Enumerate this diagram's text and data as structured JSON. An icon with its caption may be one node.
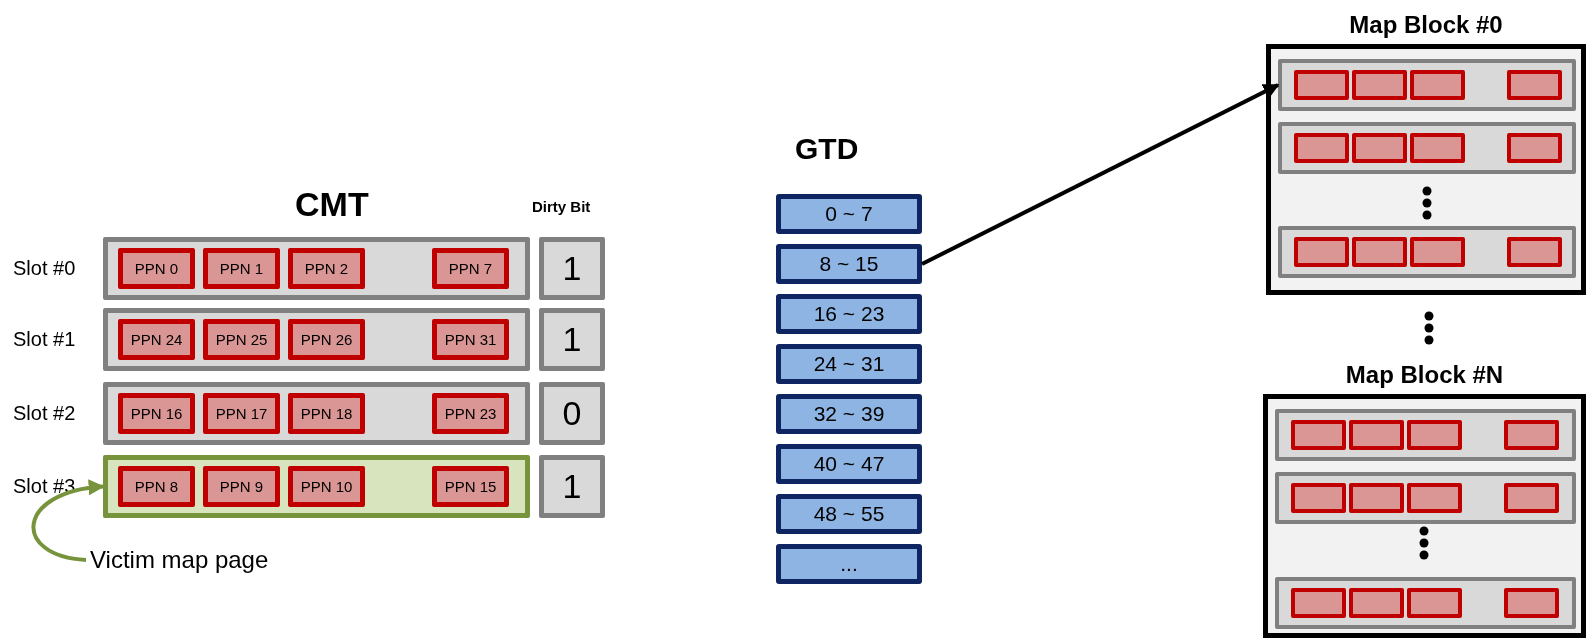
{
  "diagram": {
    "nodes": [
      {
        "text": [],
        "shape": "box",
        "beside": [
          "Slot #0"
        ]
      },
      {
        "text": [
          "PPN 0"
        ],
        "in": 0
      },
      {
        "text": [
          "PPN 1"
        ],
        "in": 0
      },
      {
        "text": [
          "PPN 2"
        ],
        "in": 0
      },
      {
        "text": [
          "PPN 7"
        ],
        "in": 0
      },
      {
        "text": [
          "1"
        ]
      },
      {
        "text": [],
        "shape": "box",
        "beside": [
          "Slot #1"
        ]
      },
      {
        "text": [
          "PPN 24"
        ],
        "in": 6
      },
      {
        "text": [
          "PPN 25"
        ],
        "in": 6
      },
      {
        "text": [
          "PPN 26"
        ],
        "in": 6
      },
      {
        "text": [
          "PPN 31"
        ],
        "in": 6
      },
      {
        "text": [
          "1"
        ]
      },
      {
        "text": [],
        "shape": "box",
        "beside": [
          "Slot #2"
        ]
      },
      {
        "text": [
          "PPN 16"
        ],
        "in": 12
      },
      {
        "text": [
          "PPN 17"
        ],
        "in": 12
      },
      {
        "text": [
          "PPN 18"
        ],
        "in": 12
      },
      {
        "text": [
          "PPN 23"
        ],
        "in": 12
      },
      {
        "text": [
          "0"
        ]
      },
      {
        "text": [],
        "shape": "box",
        "beside": [
          "Slot #3"
        ]
      },
      {
        "text": [
          "PPN 8"
        ],
        "in": 18
      },
      {
        "text": [
          "PPN 9"
        ],
        "in": 18
      },
      {
        "text": [
          "PPN 10"
        ],
        "in": 18
      },
      {
        "text": [
          "PPN 15"
        ],
        "in": 18
      },
      {
        "text": [
          "1"
        ]
      },
      {
        "text": [
          "Victim map page"
        ]
      },
      {
        "text": [
          "0 ~ 7"
        ]
      },
      {
        "text": [
          "8 ~ 15"
        ]
      },
      {
        "text": [
          "16 ~ 23"
        ]
      },
      {
        "text": [
          "24 ~ 31"
        ]
      },
      {
        "text": [
          "32 ~ 39"
        ]
      },
      {
        "text": [
          "40 ~ 47"
        ]
      },
      {
        "text": [
          "48 ~ 55"
        ]
      },
      {
        "text": [
          "..."
        ]
      },
      {
        "text": [
          "Map Block #0"
        ]
      },
      {
        "text": [],
        "shape": "box",
        "in": 33
      },
      {
        "text": [],
        "shape": "box",
        "in": 34
      },
      {
        "text": [],
        "shape": "box",
        "in": 34
      },
      {
        "text": [],
        "shape": "box",
        "in": 34
      },
      {
        "text": [],
        "shape": "box",
        "in": 34
      },
      {
        "text": [],
        "shape": "box",
        "in": 33
      },
      {
        "text": [],
        "shape": "box",
        "in": 39
      },
      {
        "text": [],
        "shape": "box",
        "in": 39
      },
      {
        "text": [],
        "shape": "box",
        "in": 39
      },
      {
        "text": [],
        "shape": "box",
        "in": 39
      },
      {
        "text": [],
        "shape": "box",
        "in": 33
      },
      {
        "text": [],
        "shape": "box",
        "in": 44
      },
      {
        "text": [],
        "shape": "box",
        "in": 44
      },
      {
        "text": [],
        "shape": "box",
        "in": 44
      },
      {
        "text": [],
        "shape": "box",
        "in": 44
      },
      {
        "text": [
          "Map Block #N"
        ]
      },
      {
        "text": [],
        "shape": "box",
        "in": 49
      },
      {
        "text": [],
        "shape": "box",
        "in": 50
      },
      {
        "text": [],
        "shape": "box",
        "in": 50
      },
      {
        "text": [],
        "shape": "box",
        "in": 50
      },
      {
        "text": [],
        "shape": "box",
        "in": 50
      },
      {
        "text": [],
        "shape": "box",
        "in": 49
      },
      {
        "text": [],
        "shape": "box",
        "in": 55
      },
      {
        "text": [],
        "shape": "box",
        "in": 55
      },
      {
        "text": [],
        "shape": "box",
        "in": 55
      },
      {
        "text": [],
        "shape": "box",
        "in": 55
      },
      {
        "text": [],
        "shape": "box",
        "in": 49
      },
      {
        "text": [],
        "shape": "box",
        "in": 60
      },
      {
        "text": [],
        "shape": "box",
        "in": 60
      },
      {
        "text": [],
        "shape": "box",
        "in": 60
      },
      {
        "text": [],
        "shape": "box",
        "in": 60
      }
    ],
    "edges": [
      {
        "from": 24,
        "to": 18,
        "arrow": "to",
        "color": "#77933c"
      },
      {
        "from": 26,
        "to": 34,
        "arrow": "to",
        "color": "#000000"
      }
    ],
    "labels": [
      "CMT",
      "Dirty Bit",
      "GTD"
    ]
  }
}
